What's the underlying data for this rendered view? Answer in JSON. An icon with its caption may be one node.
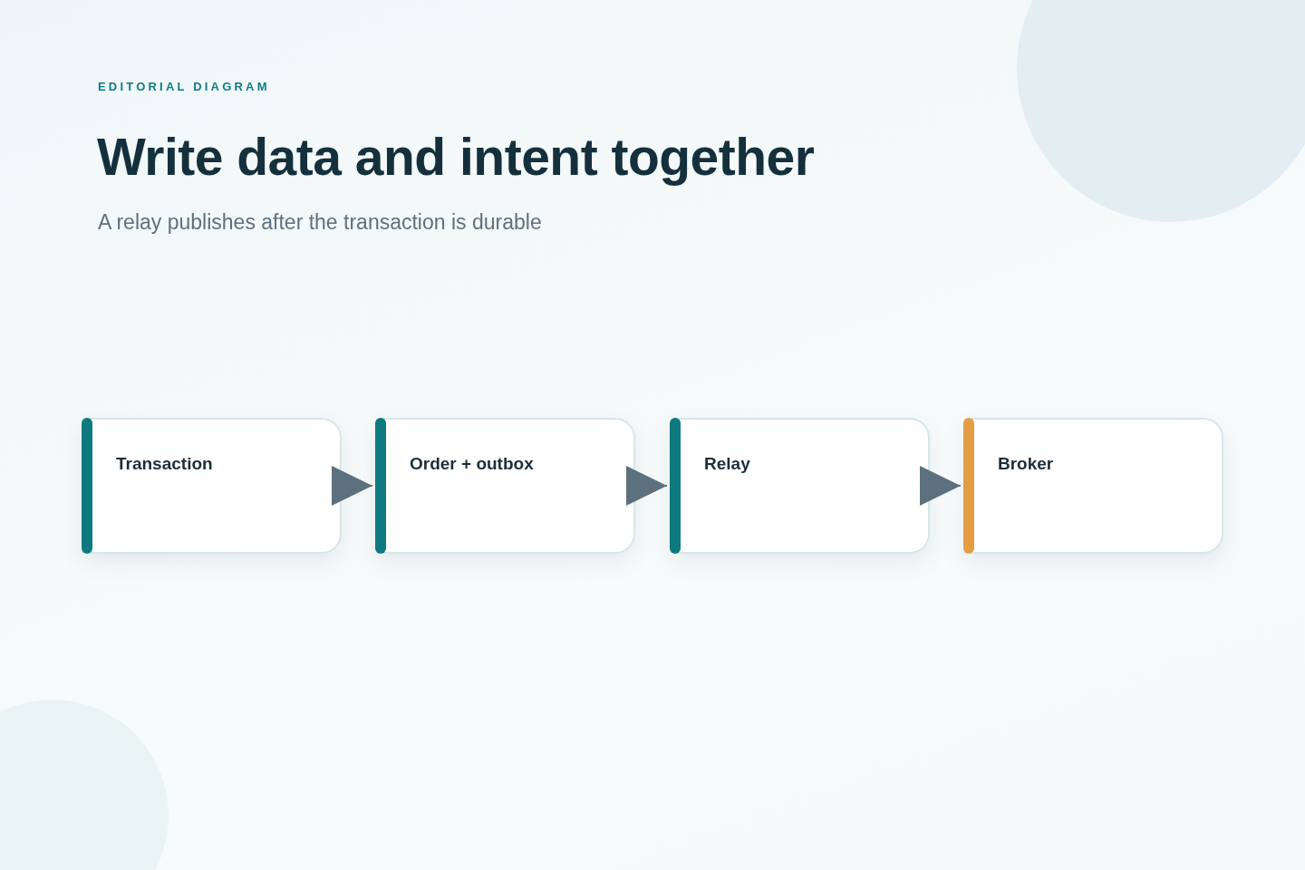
{
  "diagram": {
    "title": "Write data and intent together",
    "nodes": [
      {
        "text": [
          "Transaction"
        ]
      },
      {
        "text": [
          "Order + outbox"
        ]
      },
      {
        "text": [
          "Relay"
        ]
      },
      {
        "text": [
          "Broker"
        ]
      }
    ],
    "edges": [
      {
        "from": 0,
        "to": 1,
        "arrow": "to"
      },
      {
        "from": 1,
        "to": 2,
        "arrow": "to"
      },
      {
        "from": 2,
        "to": 3,
        "arrow": "to"
      }
    ],
    "labels": [
      "EDITORIAL DIAGRAM",
      "A relay publishes after the transaction is durable"
    ]
  }
}
